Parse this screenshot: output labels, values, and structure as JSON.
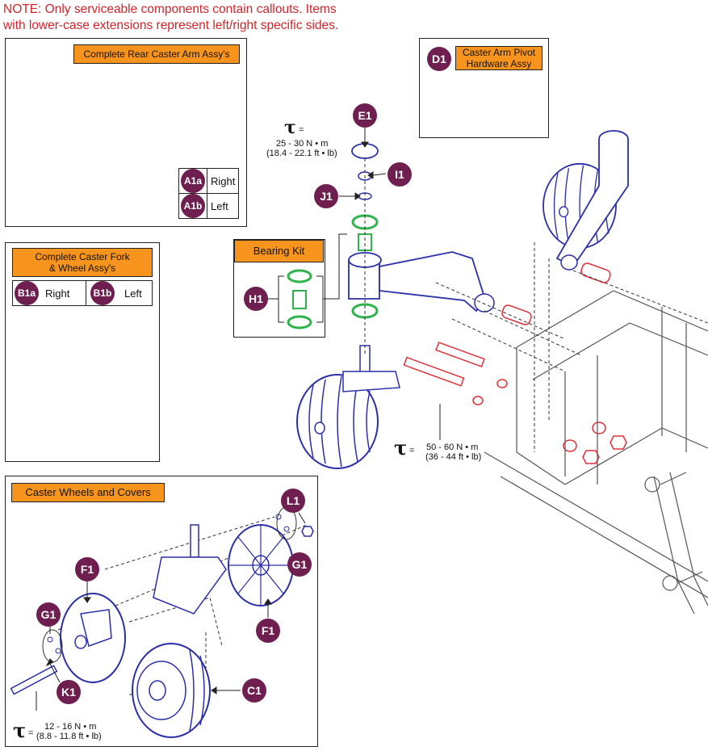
{
  "note": {
    "line1": "NOTE: Only serviceable components contain callouts. Items",
    "line2": "with lower-case extensions represent left/right specific sides."
  },
  "panels": {
    "rear_caster_arm": {
      "title": "Complete Rear Caster Arm Assy's",
      "rows": [
        {
          "callout": "A1a",
          "label": "Right"
        },
        {
          "callout": "A1b",
          "label": "Left"
        }
      ]
    },
    "caster_fork": {
      "title_line1": "Complete Caster Fork",
      "title_line2": "& Wheel Assy's",
      "right_callout": "B1a",
      "right_label": "Right",
      "left_callout": "B1b",
      "left_label": "Left"
    },
    "pivot_hardware": {
      "callout": "D1",
      "title_line1": "Caster Arm Pivot",
      "title_line2": "Hardware Assy"
    },
    "bearing_kit": {
      "title": "Bearing Kit",
      "callout": "H1"
    },
    "wheels_covers": {
      "title": "Caster Wheels and Covers"
    }
  },
  "callouts": {
    "e1": "E1",
    "i1": "I1",
    "j1": "J1",
    "f1_left": "F1",
    "f1_right": "F1",
    "g1_left": "G1",
    "g1_right": "G1",
    "l1": "L1",
    "k1": "K1",
    "c1": "C1"
  },
  "torque": {
    "symbol": "τ",
    "eq": "=",
    "top_nm": "25 - 30  N • m",
    "top_ftlb": "(18.4 - 22.1 ft • lb)",
    "mid_nm": "50 - 60  N • m",
    "mid_ftlb": "(36 - 44 ft • lb)",
    "bottom_nm": "12 - 16  N • m",
    "bottom_ftlb": "(8.8 - 11.8 ft • lb)"
  },
  "colors": {
    "callout": "#6e1f4f",
    "label_bg": "#f7941d",
    "note": "#d0262c",
    "line_art": "#2b2fa8",
    "hardware": "#e0303a",
    "bearing": "#2fb34a",
    "frame": "#555555"
  }
}
